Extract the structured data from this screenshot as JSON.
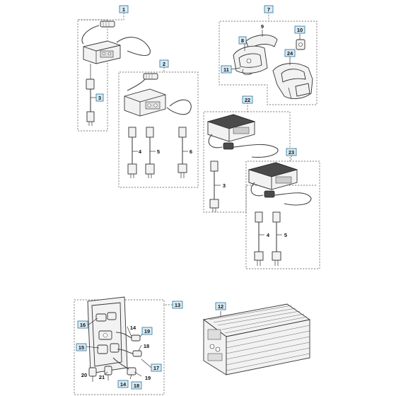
{
  "callouts": {
    "c1": "1",
    "c2": "2",
    "c3a": "3",
    "c4a": "4",
    "c5a": "5",
    "c6": "6",
    "c7": "7",
    "c8": "8",
    "c9": "9",
    "c10": "10",
    "c11": "11",
    "c24": "24",
    "c22": "22",
    "c3b": "3",
    "c23": "23",
    "c4b": "4",
    "c5b": "5",
    "c13": "13",
    "c12": "12",
    "c16": "16",
    "c15": "15",
    "c14a": "14",
    "c19a": "19",
    "c18a": "18",
    "c17": "17",
    "c19b": "19",
    "c20": "20",
    "c21": "21",
    "c14b": "14",
    "c18b": "18"
  },
  "colors": {
    "callout_fill": "#d9ecf5",
    "callout_border": "#2a6f97",
    "line": "#333333"
  }
}
